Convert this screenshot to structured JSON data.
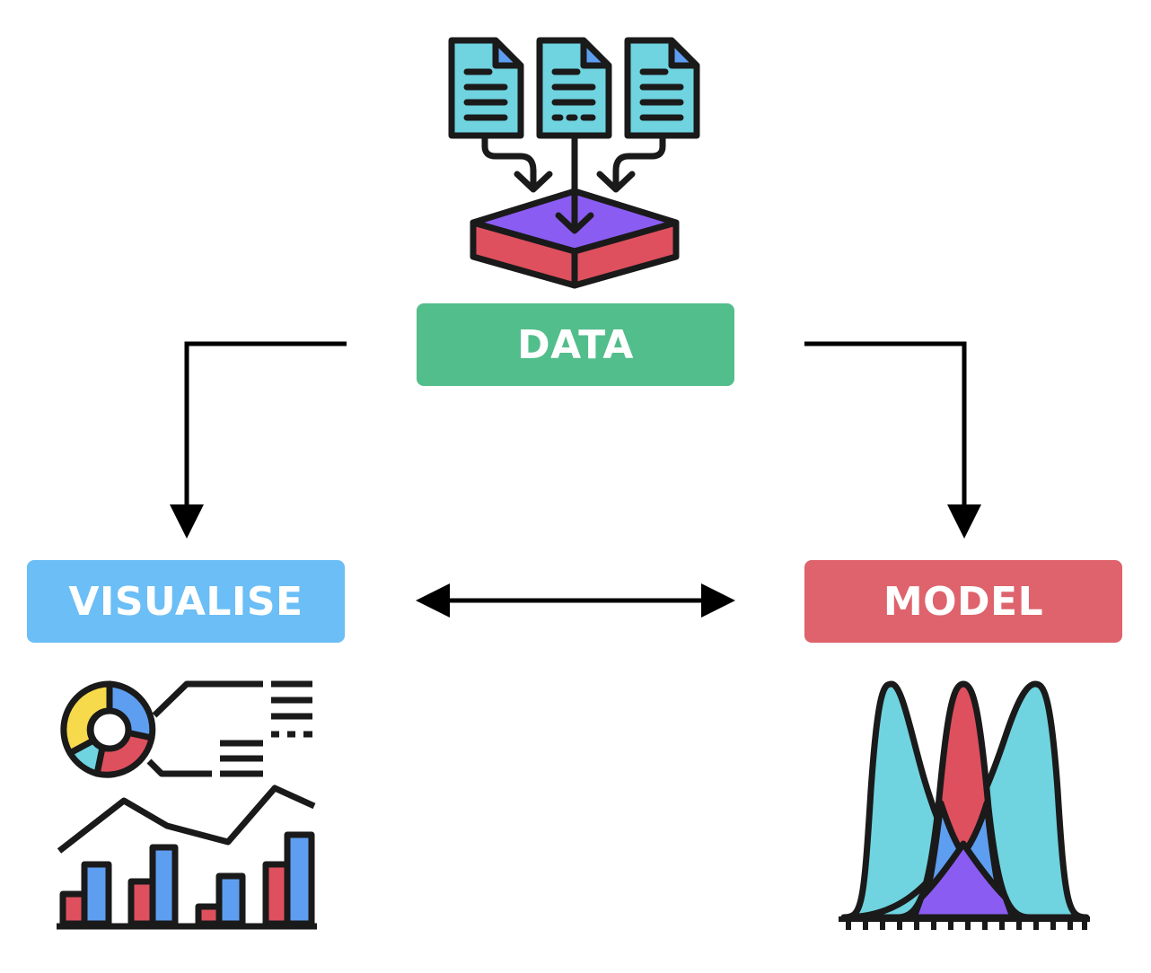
{
  "nodes": {
    "data": {
      "label": "DATA",
      "color": "#52be8b"
    },
    "visualise": {
      "label": "VISUALISE",
      "color": "#6bbef6"
    },
    "model": {
      "label": "MODEL",
      "color": "#de636c"
    }
  },
  "icons": {
    "data": "documents-into-database-icon",
    "visualise": "dashboard-charts-icon",
    "model": "distribution-curves-icon"
  },
  "palette": {
    "cyan": "#6fd3e0",
    "blue": "#5e9ef0",
    "purple": "#8b5cf2",
    "red": "#de505e",
    "yellow": "#f7d94c",
    "outline": "#1a1a1a"
  }
}
